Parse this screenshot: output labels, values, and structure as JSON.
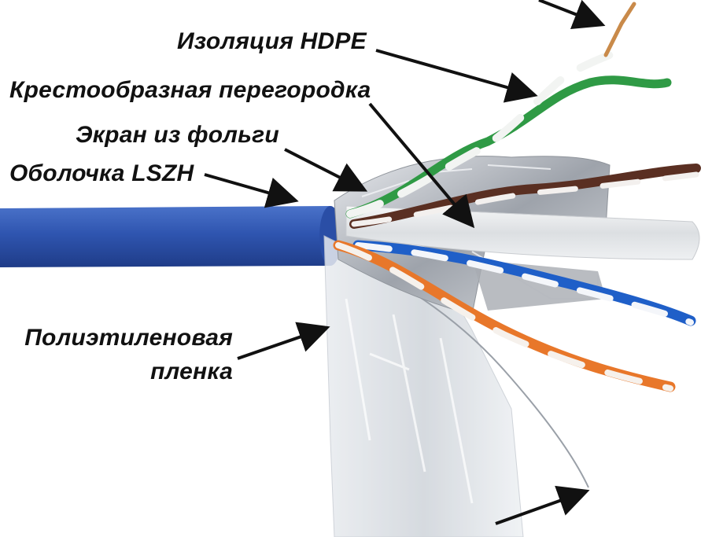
{
  "labels": {
    "insulation": "Изоляция HDPE",
    "separator": "Крестообразная перегородка",
    "foil": "Экран из фольги",
    "sheath": "Оболочка LSZH",
    "film_line1": "Полиэтиленовая",
    "film_line2": "пленка"
  },
  "colors": {
    "sheath": "#2f55b0",
    "foil": "#b9bcc2",
    "green": "#2f9a45",
    "brown": "#5a2f22",
    "blue": "#1f5fc8",
    "orange": "#e8772a",
    "separator": "#e6e8ea",
    "film": "#dfe3e8",
    "copper": "#c98a4a",
    "arrow": "#111111"
  }
}
